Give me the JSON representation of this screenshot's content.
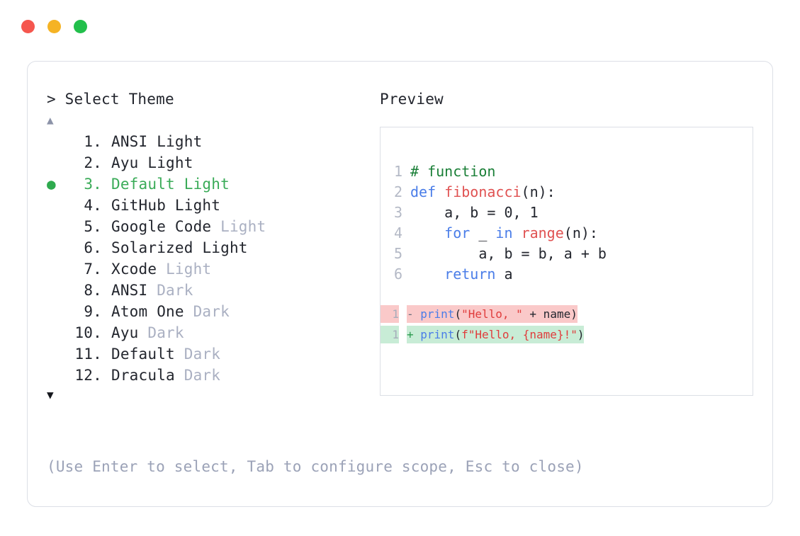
{
  "window": {
    "traffic_lights": [
      {
        "name": "close",
        "color": "#f5564e"
      },
      {
        "name": "minimize",
        "color": "#f5b324"
      },
      {
        "name": "maximize",
        "color": "#22bf4b"
      }
    ]
  },
  "left": {
    "prompt": "> Select Theme",
    "scroll_up_icon": "▲",
    "scroll_down_icon": "▼",
    "selected_bullet": "●",
    "selected_index": 3,
    "themes": [
      {
        "num": "1.",
        "name": "ANSI",
        "variant": "Light",
        "variant_dim": false,
        "selected": false
      },
      {
        "num": "2.",
        "name": "Ayu",
        "variant": "Light",
        "variant_dim": false,
        "selected": false
      },
      {
        "num": "3.",
        "name": "Default",
        "variant": "Light",
        "variant_dim": false,
        "selected": true
      },
      {
        "num": "4.",
        "name": "GitHub",
        "variant": "Light",
        "variant_dim": false,
        "selected": false
      },
      {
        "num": "5.",
        "name": "Google Code",
        "variant": "Light",
        "variant_dim": true,
        "selected": false
      },
      {
        "num": "6.",
        "name": "Solarized",
        "variant": "Light",
        "variant_dim": false,
        "selected": false
      },
      {
        "num": "7.",
        "name": "Xcode",
        "variant": "Light",
        "variant_dim": true,
        "selected": false
      },
      {
        "num": "8.",
        "name": "ANSI",
        "variant": "Dark",
        "variant_dim": true,
        "selected": false
      },
      {
        "num": "9.",
        "name": "Atom One",
        "variant": "Dark",
        "variant_dim": true,
        "selected": false
      },
      {
        "num": "10.",
        "name": "Ayu",
        "variant": "Dark",
        "variant_dim": true,
        "selected": false
      },
      {
        "num": "11.",
        "name": "Default",
        "variant": "Dark",
        "variant_dim": true,
        "selected": false
      },
      {
        "num": "12.",
        "name": "Dracula",
        "variant": "Dark",
        "variant_dim": true,
        "selected": false
      }
    ]
  },
  "help": "(Use Enter to select, Tab to configure scope, Esc to close)",
  "preview": {
    "label": "Preview",
    "code_lines": [
      {
        "n": "1",
        "tokens": [
          {
            "t": "# function",
            "c": "tok-com"
          }
        ]
      },
      {
        "n": "2",
        "tokens": [
          {
            "t": "def ",
            "c": "tok-key"
          },
          {
            "t": "fibonacci",
            "c": "tok-fn"
          },
          {
            "t": "(n):",
            "c": "tok-plain"
          }
        ]
      },
      {
        "n": "3",
        "tokens": [
          {
            "t": "    a, b = ",
            "c": "tok-plain"
          },
          {
            "t": "0",
            "c": "tok-num"
          },
          {
            "t": ", ",
            "c": "tok-plain"
          },
          {
            "t": "1",
            "c": "tok-num"
          }
        ]
      },
      {
        "n": "4",
        "tokens": [
          {
            "t": "    ",
            "c": "tok-plain"
          },
          {
            "t": "for",
            "c": "tok-key"
          },
          {
            "t": " _ ",
            "c": "tok-plain"
          },
          {
            "t": "in",
            "c": "tok-key"
          },
          {
            "t": " ",
            "c": "tok-plain"
          },
          {
            "t": "range",
            "c": "tok-fn"
          },
          {
            "t": "(n):",
            "c": "tok-plain"
          }
        ]
      },
      {
        "n": "5",
        "tokens": [
          {
            "t": "        a, b = b, a + b",
            "c": "tok-plain"
          }
        ]
      },
      {
        "n": "6",
        "tokens": [
          {
            "t": "    ",
            "c": "tok-plain"
          },
          {
            "t": "return",
            "c": "tok-key"
          },
          {
            "t": " a",
            "c": "tok-plain"
          }
        ]
      }
    ],
    "diff_lines": [
      {
        "n": "1",
        "kind": "del",
        "mark": "-",
        "tokens": [
          {
            "t": "print",
            "c": "tok-key"
          },
          {
            "t": "(",
            "c": "tok-plain"
          },
          {
            "t": "\"Hello, \"",
            "c": "tok-str"
          },
          {
            "t": " + name)",
            "c": "tok-plain"
          }
        ]
      },
      {
        "n": "1",
        "kind": "add",
        "mark": "+",
        "tokens": [
          {
            "t": "print",
            "c": "tok-key"
          },
          {
            "t": "(",
            "c": "tok-plain"
          },
          {
            "t": "f\"Hello, {name}!\"",
            "c": "tok-str"
          },
          {
            "t": ")",
            "c": "tok-plain"
          }
        ]
      }
    ]
  },
  "colors": {
    "accent_green": "#3aab58",
    "dim_text": "#aab0c2",
    "help_text": "#9ba2b7",
    "border": "#dcdfe6",
    "diff_del_bg": "#fac9c9",
    "diff_add_bg": "#c8ecd6"
  }
}
